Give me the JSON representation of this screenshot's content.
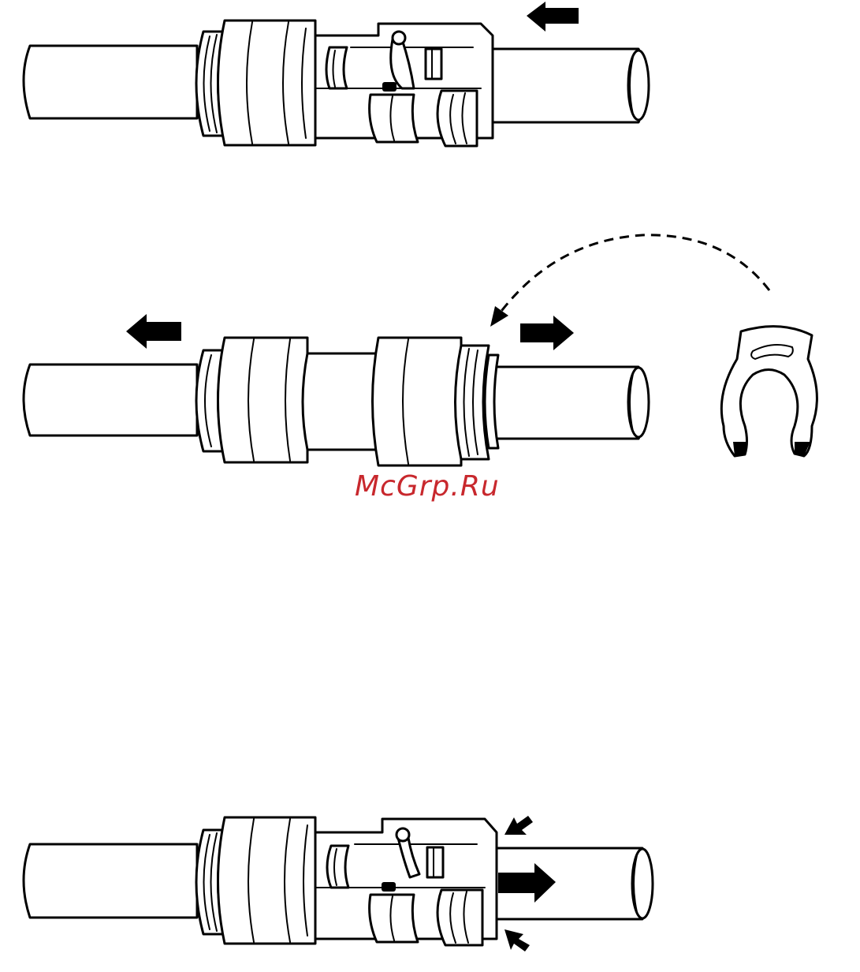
{
  "watermark": {
    "text": "McGrp.Ru",
    "color": "#c8282d"
  },
  "colors": {
    "line": "#000000",
    "background": "#ffffff"
  },
  "panels": [
    {
      "id": "insert-step",
      "arrows": [
        "arrow-left"
      ]
    },
    {
      "id": "clip-step",
      "arrows": [
        "arrow-left",
        "arrow-right",
        "arrow-curved-dashed"
      ]
    },
    {
      "id": "release-step",
      "arrows": [
        "arrow-right",
        "arrow-collet-press"
      ]
    }
  ]
}
